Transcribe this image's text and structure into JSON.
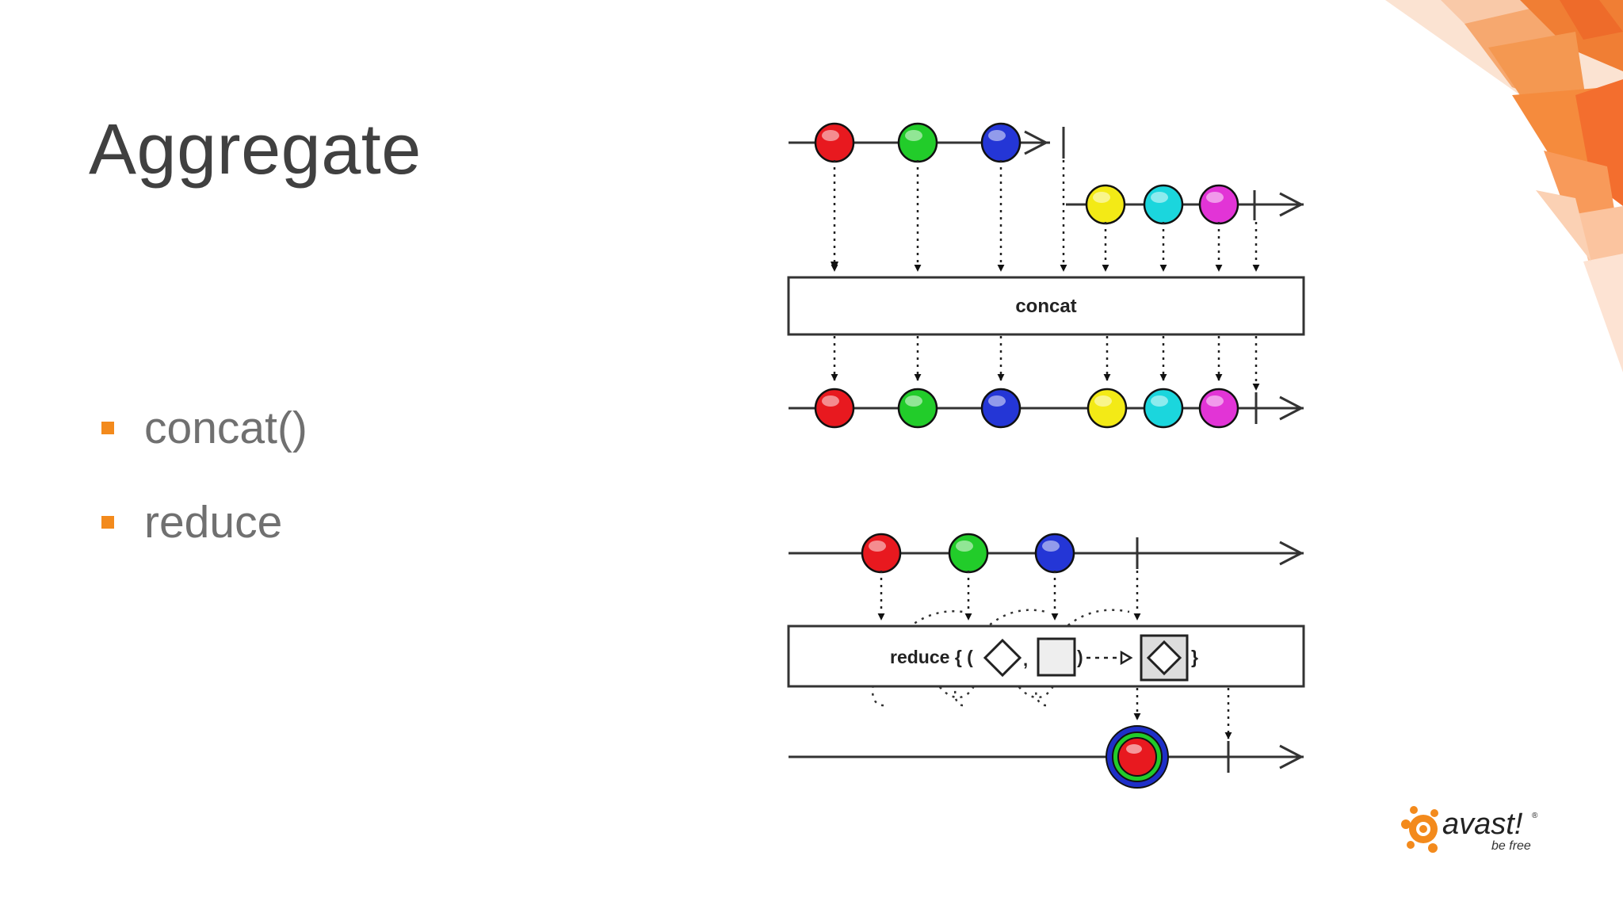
{
  "slide": {
    "title": "Aggregate",
    "bullets": [
      "concat()",
      "reduce"
    ],
    "accent_color": "#f38a1c"
  },
  "diagrams": {
    "concat": {
      "operator_label": "concat",
      "source_a_marbles": [
        "red",
        "green",
        "blue"
      ],
      "source_b_marbles": [
        "yellow",
        "cyan",
        "magenta"
      ],
      "result_marbles": [
        "red",
        "green",
        "blue",
        "yellow",
        "cyan",
        "magenta"
      ]
    },
    "reduce": {
      "operator_label": "reduce { (",
      "operator_label_end": ")",
      "source_marbles": [
        "red",
        "green",
        "blue"
      ],
      "result": "accumulated-red-green-blue"
    }
  },
  "marble_colors": {
    "red": "#e8191f",
    "green": "#22cc2a",
    "blue": "#2436d6",
    "yellow": "#f3ea16",
    "cyan": "#1bd6dd",
    "magenta": "#e234d6"
  },
  "logo": {
    "brand": "avast!",
    "tagline": "be free",
    "mark": "®",
    "icon": "avast-orb-icon"
  }
}
